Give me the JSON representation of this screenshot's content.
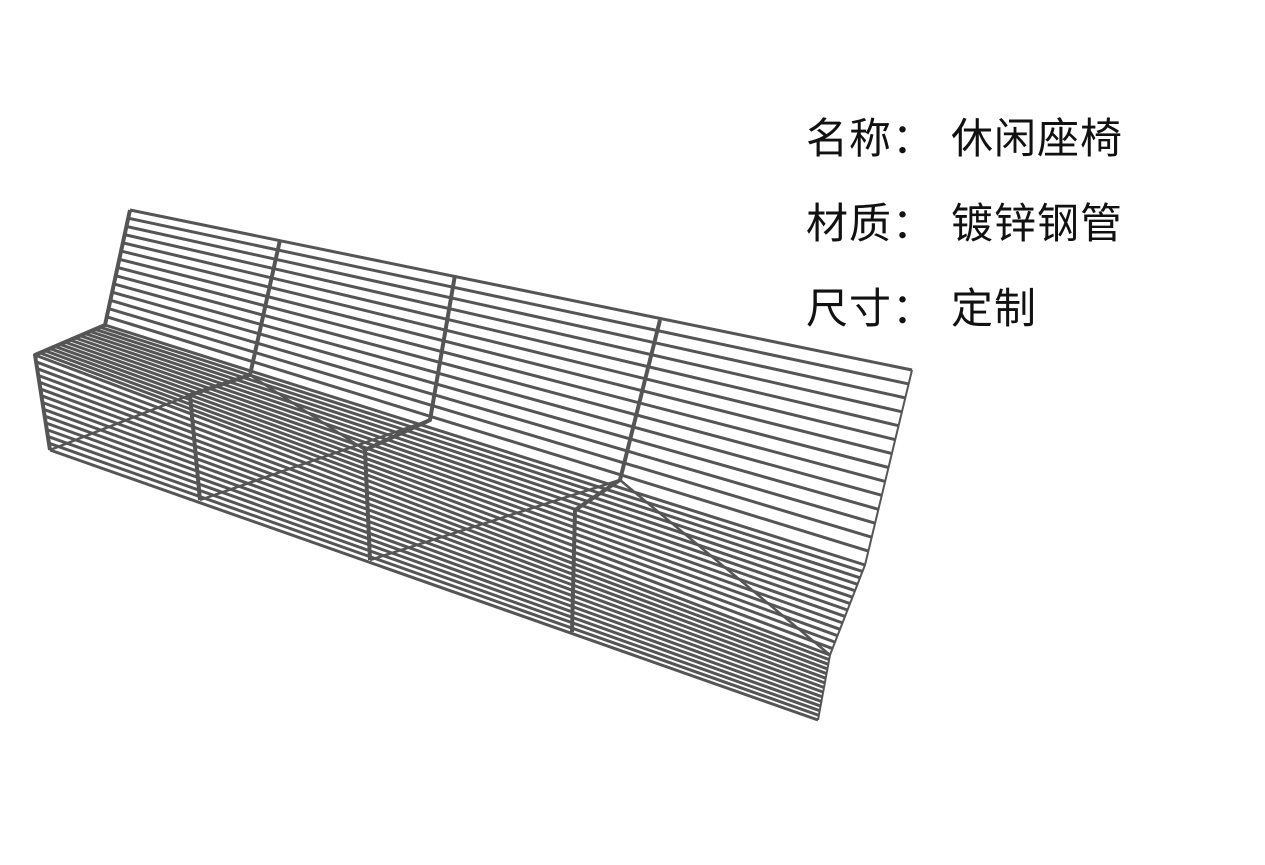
{
  "specs": [
    {
      "label": "名称：",
      "value": "休闲座椅"
    },
    {
      "label": "材质：",
      "value": "镀锌钢管"
    },
    {
      "label": "尺寸：",
      "value": "定制"
    }
  ],
  "colors": {
    "wire": "#555555",
    "text": "#111111",
    "background": "#ffffff"
  }
}
